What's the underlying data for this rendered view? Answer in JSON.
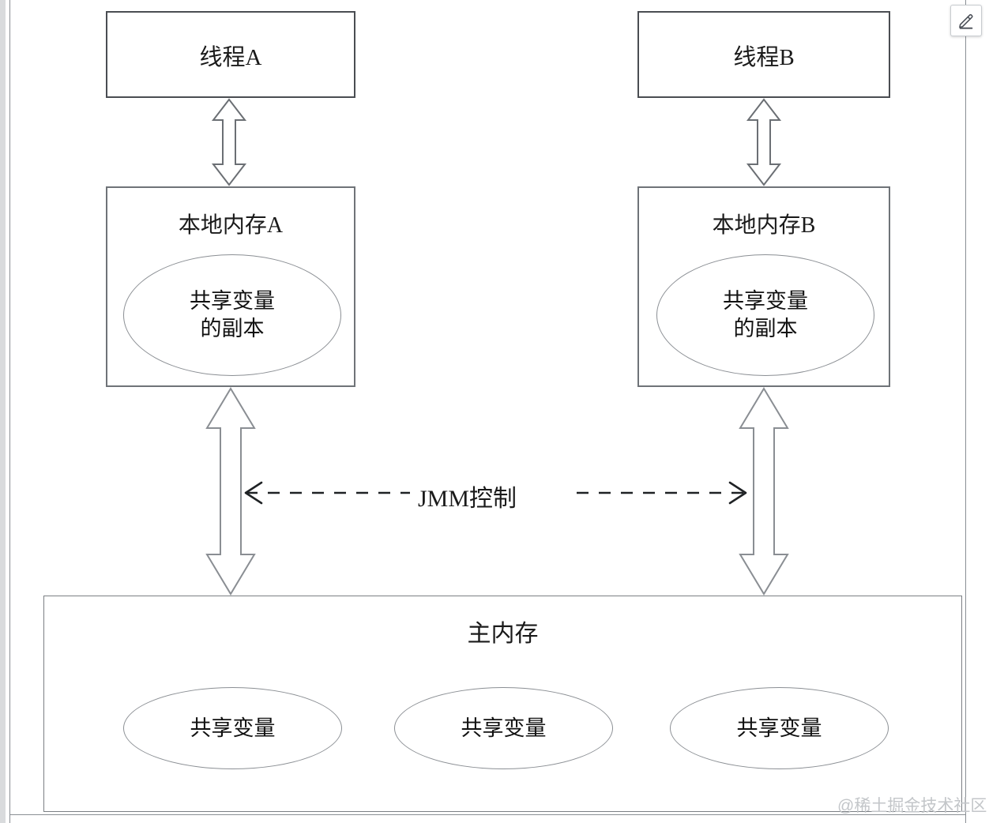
{
  "diagram": {
    "title_alt": "Java Memory Model (JMM) diagram",
    "threads": [
      {
        "id": "A",
        "label": "线程A"
      },
      {
        "id": "B",
        "label": "线程B"
      }
    ],
    "local_memories": [
      {
        "id": "A",
        "label": "本地内存A",
        "variable_label": "共享变量\n的副本",
        "variable_line1": "共享变量",
        "variable_line2": "的副本"
      },
      {
        "id": "B",
        "label": "本地内存B",
        "variable_label": "共享变量\n的副本",
        "variable_line1": "共享变量",
        "variable_line2": "的副本"
      }
    ],
    "control_label": "JMM控制",
    "main_memory": {
      "label": "主内存",
      "variables": [
        {
          "label": "共享变量"
        },
        {
          "label": "共享变量"
        },
        {
          "label": "共享变量"
        }
      ]
    },
    "colors": {
      "box_border_dark": "#4a4d52",
      "box_border_light": "#6f7378",
      "ellipse_border": "#8b8f94",
      "arrow_outline": "#7e8287",
      "text": "#1a1a1a",
      "background": "#ffffff",
      "watermark": "#c3c6c9"
    }
  },
  "toolbar": {
    "edit_button_title": "编辑",
    "edit_icon": "pencil-icon"
  },
  "watermark": {
    "text": "@稀土掘金技术社区"
  }
}
